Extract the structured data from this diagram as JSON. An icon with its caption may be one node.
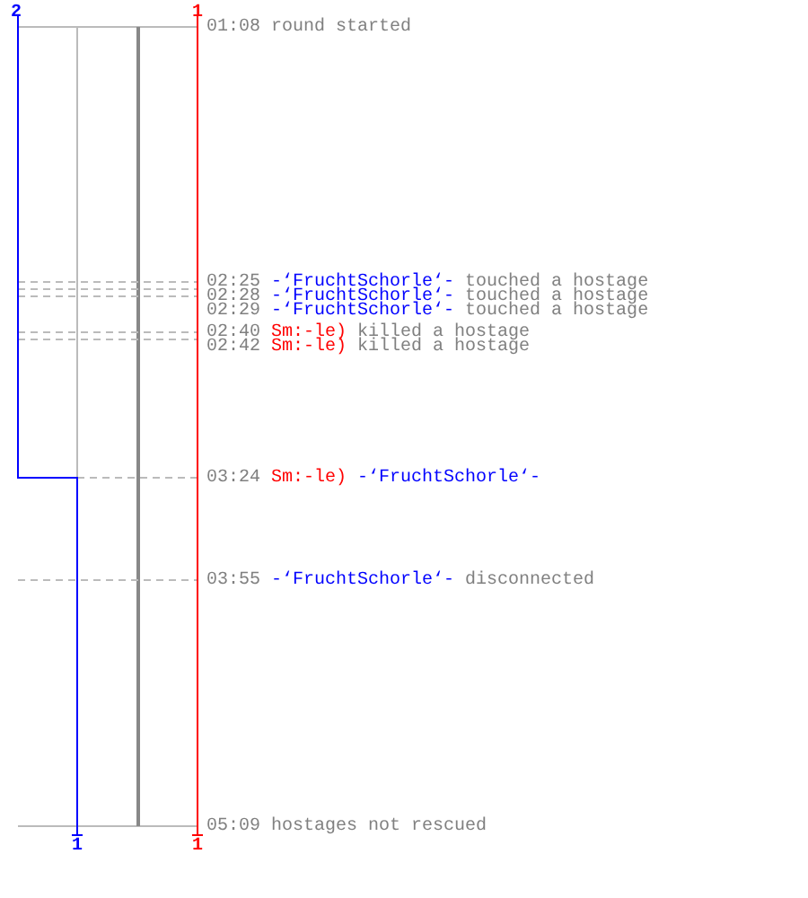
{
  "diagram": {
    "labels": [
      "2",
      "1",
      "01:08",
      "round started",
      "02:25",
      "-‘FruchtSchorle‘-",
      "touched a hostage",
      "02:28",
      "-‘FruchtSchorle‘-",
      "touched a hostage",
      "02:29",
      "-‘FruchtSchorle‘-",
      "touched a hostage",
      "02:40",
      "Sm:-le)",
      "killed a hostage",
      "02:42",
      "Sm:-le)",
      "killed a hostage",
      "03:24",
      "Sm:-le)",
      "-‘FruchtSchorle‘-",
      "03:55",
      "-‘FruchtSchorle‘-",
      "disconnected",
      "05:09",
      "hostages not rescued",
      "1",
      "1"
    ]
  }
}
